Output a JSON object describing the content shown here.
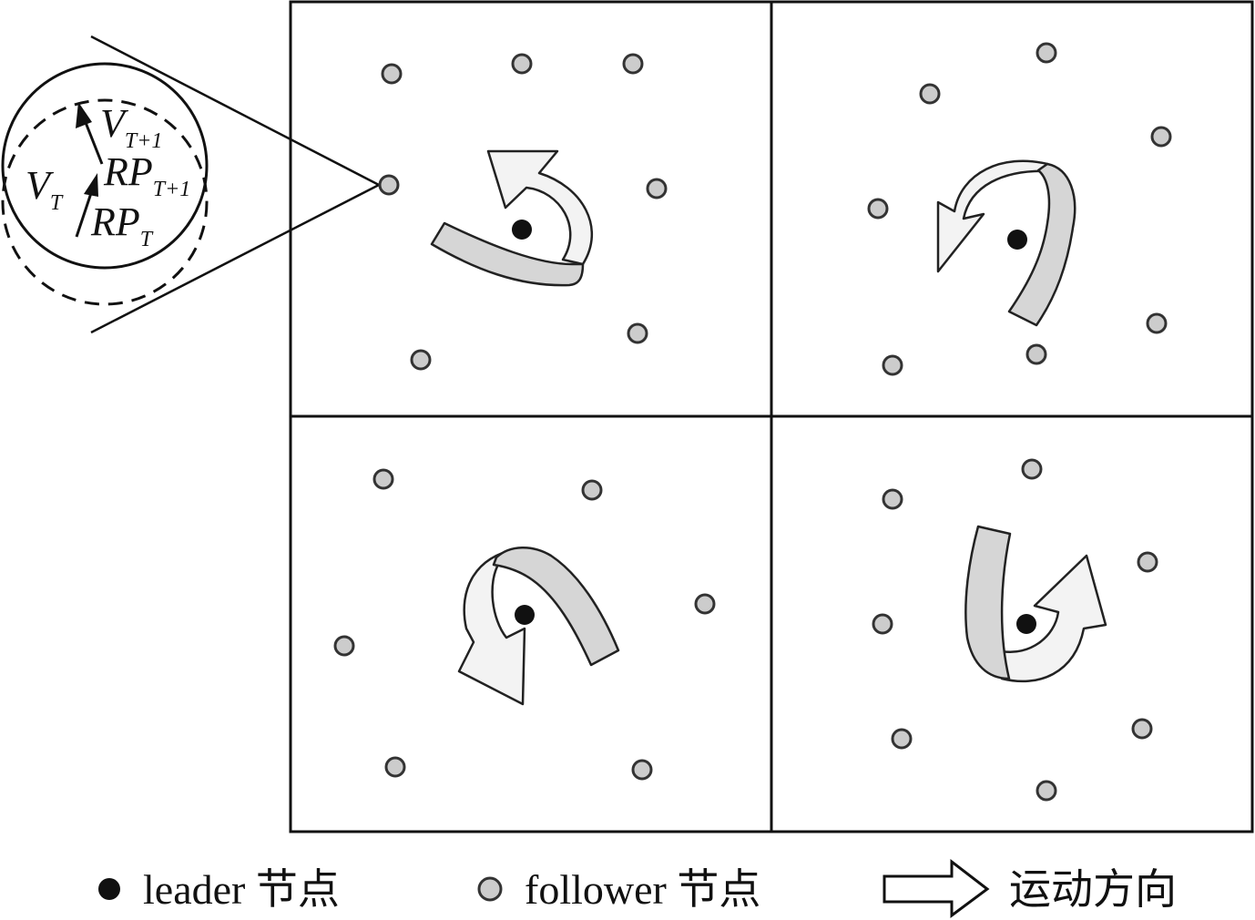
{
  "inset": {
    "v_t1": {
      "base": "V",
      "sub": "T+1"
    },
    "rp_t1": {
      "base": "RP",
      "sub": "T+1"
    },
    "v_t": {
      "base": "V",
      "sub": "T"
    },
    "rp_t": {
      "base": "RP",
      "sub": "T"
    }
  },
  "legend": {
    "leader_label": "leader 节点",
    "follower_label": "follower 节点",
    "direction_label": "运动方向"
  },
  "colors": {
    "follower_fill": "#cccccc",
    "leader_fill": "#111111",
    "arrow_light": "#f3f3f3",
    "arrow_dark": "#d6d6d6"
  }
}
